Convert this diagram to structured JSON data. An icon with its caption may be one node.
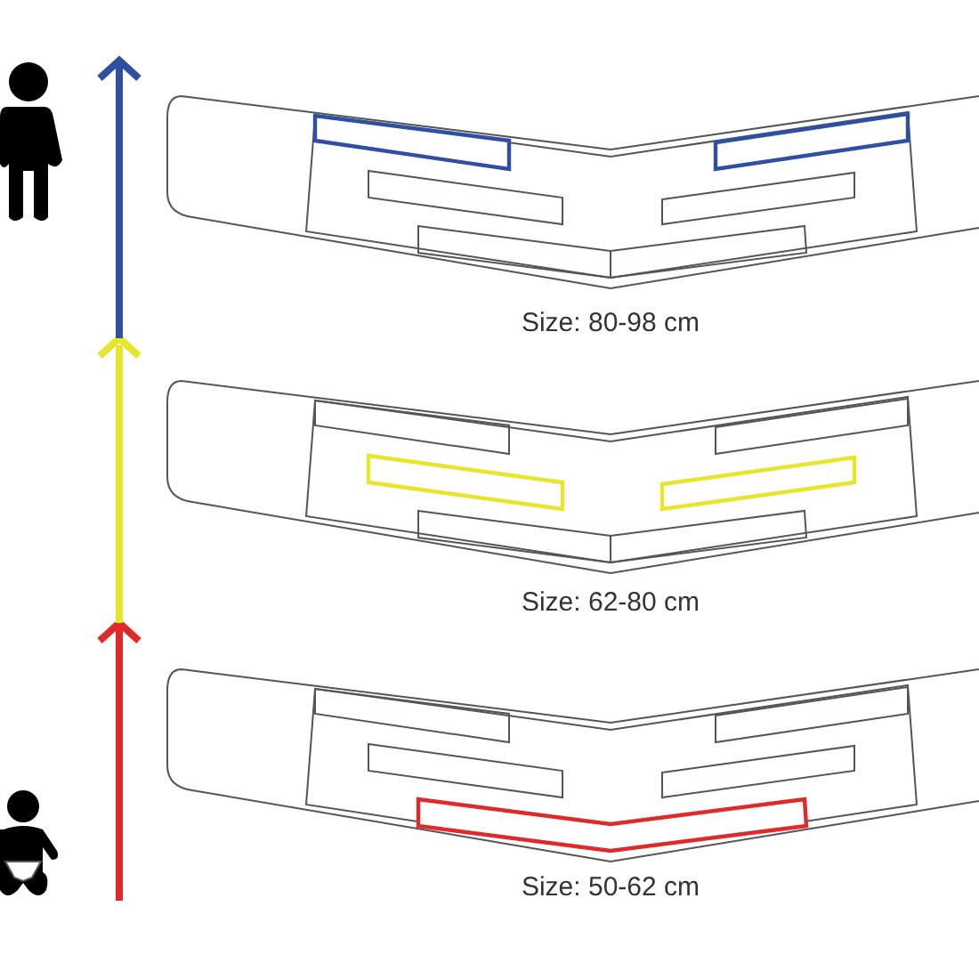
{
  "diagram": {
    "labels": [
      "Size: 80-98 cm",
      "Size: 62-80 cm",
      "Size: 50-62 cm"
    ]
  }
}
